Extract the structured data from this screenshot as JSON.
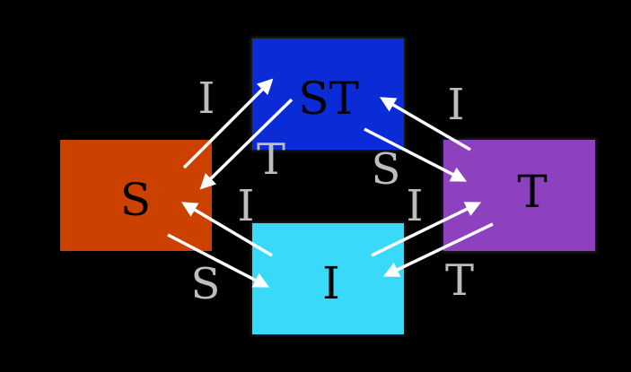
{
  "diagram": {
    "background": "#000000",
    "nodes": [
      {
        "id": "S",
        "label": "S",
        "color": "#cc4100"
      },
      {
        "id": "ST",
        "label": "ST",
        "color": "#0b2bd6"
      },
      {
        "id": "T",
        "label": "T",
        "color": "#8d41bf"
      },
      {
        "id": "I",
        "label": "I",
        "color": "#39d9fa"
      }
    ],
    "edges": [
      {
        "from": "S",
        "to": "ST",
        "label": "I"
      },
      {
        "from": "ST",
        "to": "S",
        "label": "T"
      },
      {
        "from": "T",
        "to": "ST",
        "label": "I"
      },
      {
        "from": "ST",
        "to": "T",
        "label": "S"
      },
      {
        "from": "I",
        "to": "S",
        "label": "I"
      },
      {
        "from": "S",
        "to": "I",
        "label": "S"
      },
      {
        "from": "I",
        "to": "T",
        "label": "I"
      },
      {
        "from": "T",
        "to": "I",
        "label": "T"
      }
    ]
  }
}
